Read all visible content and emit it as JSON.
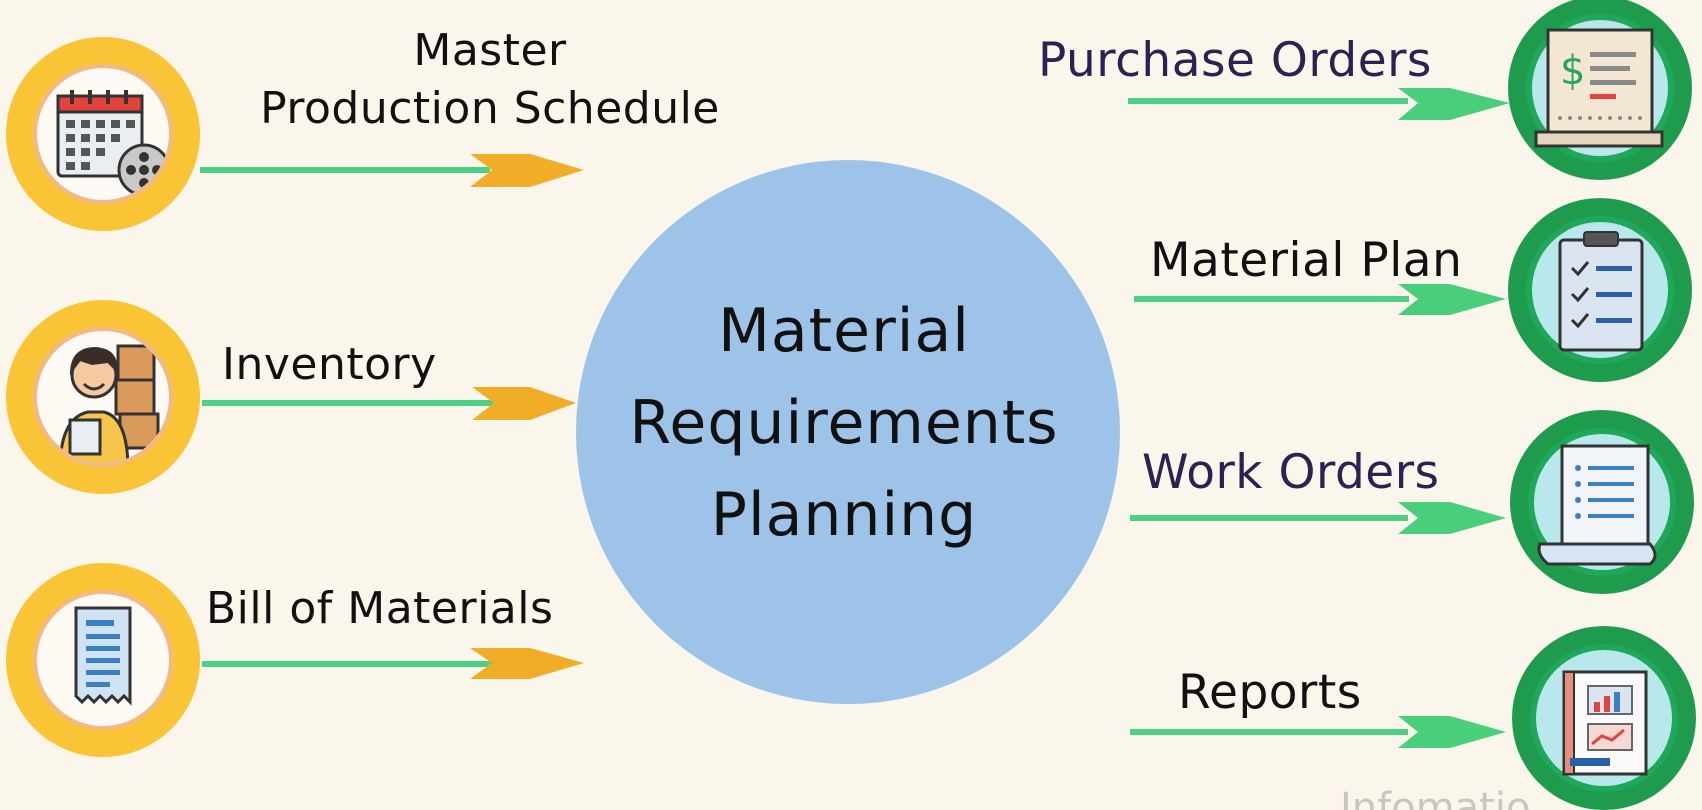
{
  "diagram": {
    "center": {
      "lines": [
        "Material",
        "Requirements",
        "Planning"
      ]
    },
    "inputs": [
      {
        "label_lines": [
          "Master",
          "Production Schedule"
        ],
        "icon": "calendar-film-reel-icon"
      },
      {
        "label": "Inventory",
        "icon": "worker-with-boxes-icon"
      },
      {
        "label": "Bill of Materials",
        "icon": "document-list-icon"
      }
    ],
    "outputs": [
      {
        "label": "Purchase Orders",
        "icon": "invoice-receipt-icon"
      },
      {
        "label": "Material Plan",
        "icon": "clipboard-checklist-icon"
      },
      {
        "label": "Work Orders",
        "icon": "paper-scroll-list-icon"
      },
      {
        "label": "Reports",
        "icon": "report-charts-icon"
      }
    ],
    "watermark": "Infomatio"
  },
  "colors": {
    "background": "#fbf6ec",
    "center_circle": "#9dc3e8",
    "input_circle_outer": "#f9c436",
    "input_circle_ring": "#f0b98a",
    "output_circle_outer": "#1e9b4d",
    "output_circle_ring": "#20a85a",
    "arrow_line": "#4cd184",
    "arrow_head_input": "#f2ad28",
    "arrow_head_output": "#49cf7b",
    "label_dark": "#111111",
    "label_purple": "#2d2152"
  }
}
